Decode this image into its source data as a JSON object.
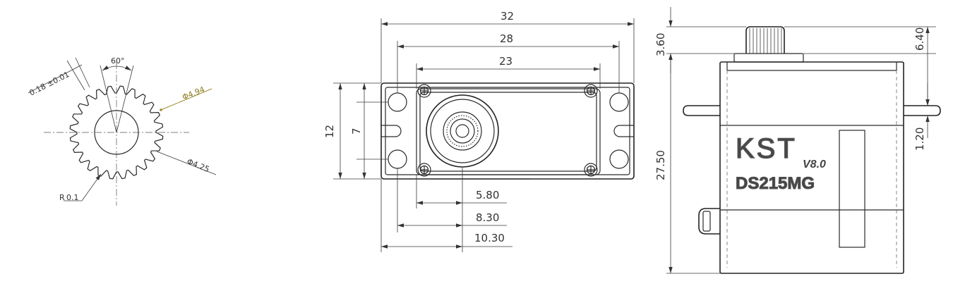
{
  "gear_view": {
    "tooth_thickness": "0.18 ±0.01",
    "angle": "60°",
    "outer_diameter": "Φ4.94",
    "inner_diameter": "Φ4.25",
    "root_radius_prefix": "R",
    "root_radius_value": "0.1"
  },
  "top_view": {
    "width_32": "32",
    "width_28": "28",
    "width_23": "23",
    "height_12": "12",
    "height_7": "7",
    "offset_5_80": "5.80",
    "offset_8_30": "8.30",
    "offset_10_30": "10.30"
  },
  "side_view": {
    "spline_height": "3.60",
    "top_height": "6.40",
    "flange_thickness": "1.20",
    "body_height": "27.50",
    "brand": "KST",
    "version": "V8.0",
    "model": "DS215MG"
  }
}
